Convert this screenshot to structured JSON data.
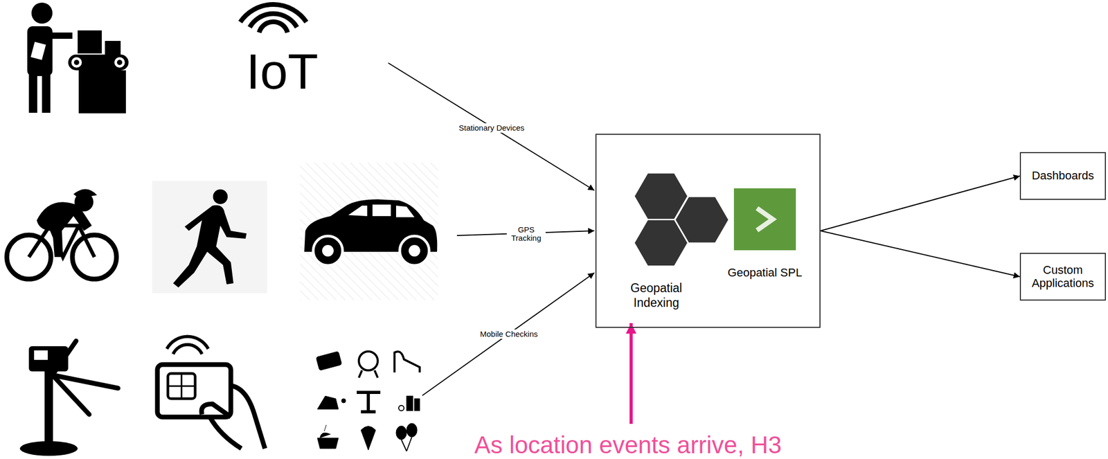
{
  "diagram": {
    "nodes": [
      {
        "text": [
          "Geopatial Indexing",
          "Geopatial SPL"
        ]
      },
      {
        "text": [
          "Dashboards"
        ]
      },
      {
        "text": [
          "Custom Applications"
        ]
      }
    ],
    "edges": [
      {
        "from": 0,
        "to": 1,
        "arrow": "to"
      },
      {
        "from": 0,
        "to": 2,
        "arrow": "to"
      }
    ],
    "labels": [
      "IoT",
      "Stationary Devices",
      "GPS Tracking",
      "Mobile Checkins",
      "As location events arrive, H3"
    ]
  }
}
